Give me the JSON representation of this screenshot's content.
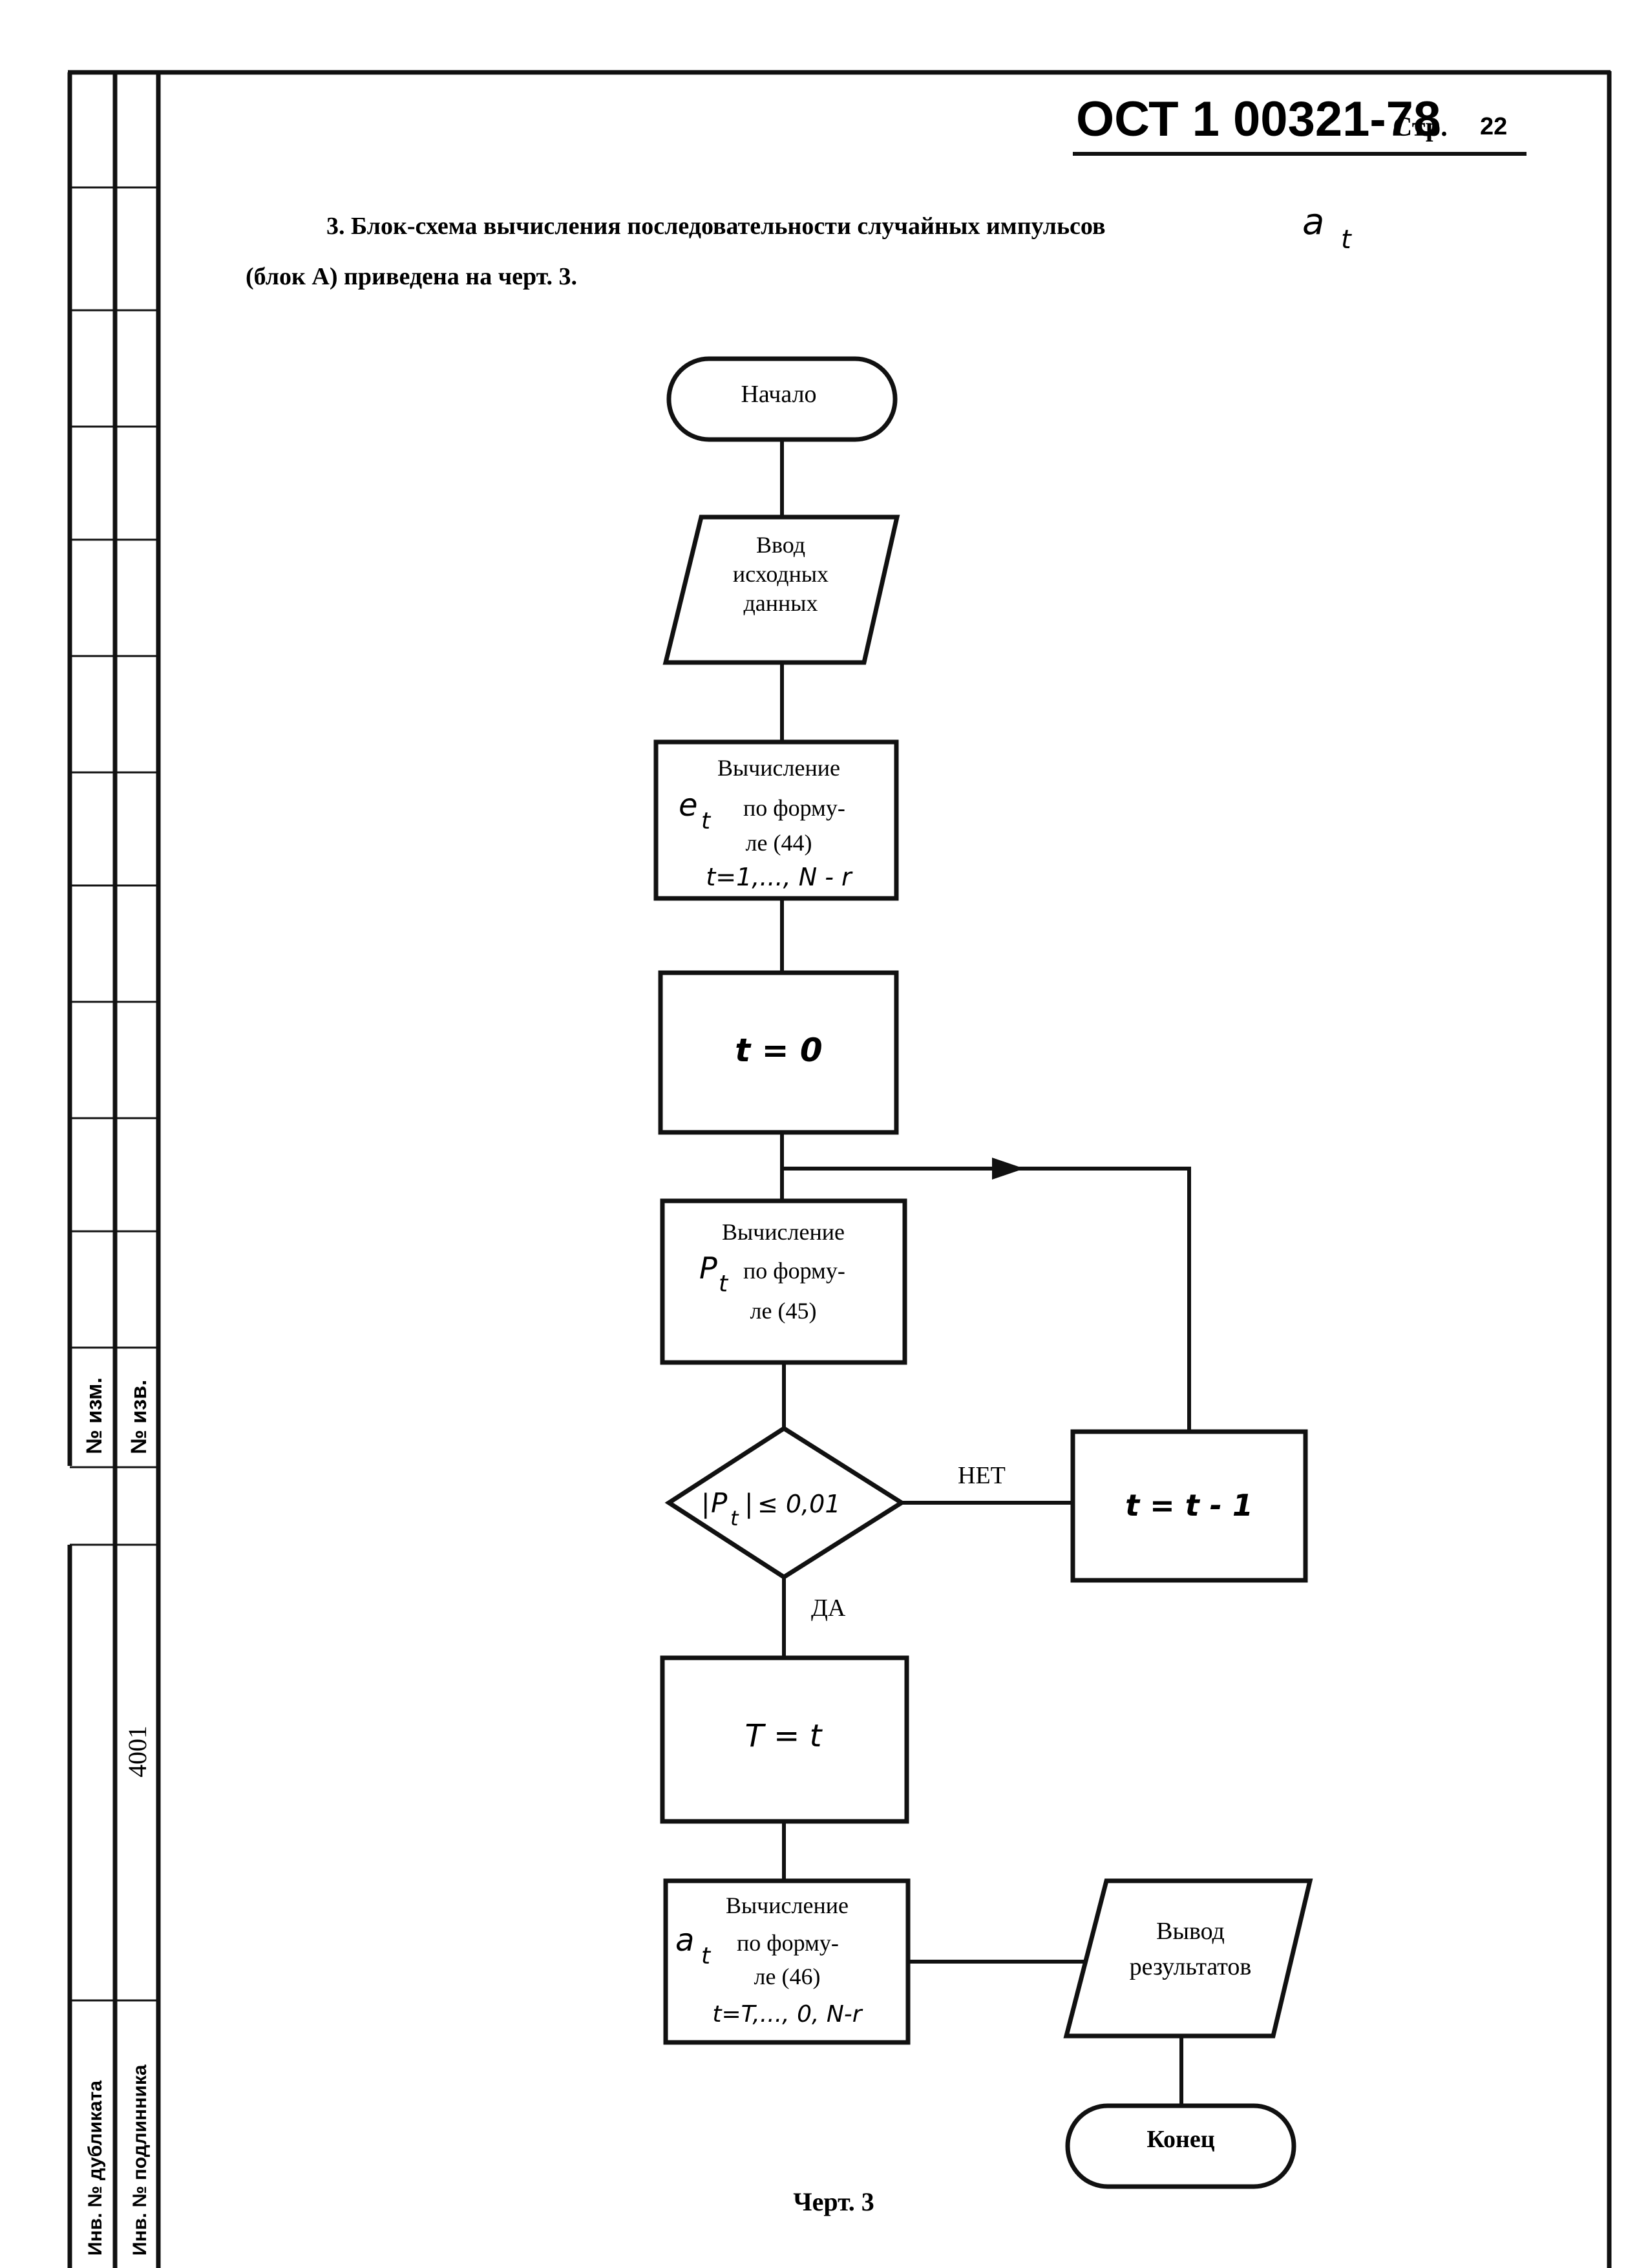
{
  "header": {
    "doc_code": "ОСТ 1 00321-78",
    "page_label": "Стр.",
    "page_number": "22"
  },
  "intro": {
    "line1": "3. Блок-схема вычисления последовательности случайных импульсов",
    "symbol": "a",
    "symbol_sub": "t",
    "line2": "(блок А) приведена на черт. 3."
  },
  "flowchart": {
    "start": "Начало",
    "input": [
      "Ввод",
      "исходных",
      "данных"
    ],
    "calc_e": {
      "line1": "Вычисление",
      "var": "e",
      "var_sub": "t",
      "line2_rest": "по форму-",
      "line3": "ле (44)",
      "line4": "t=1,..., N - r"
    },
    "init": "t = 0",
    "calc_p": {
      "line1": "Вычисление",
      "var": "P",
      "var_sub": "t",
      "line2_rest": "по форму-",
      "line3": "ле (45)"
    },
    "decision": "|P t| ≤ 0,01",
    "decision_var": "P",
    "decision_sub": "t",
    "decision_rest": "≤ 0,01",
    "no_label": "НЕТ",
    "yes_label": "ДА",
    "decrement": "t = t - 1",
    "assign": "T = t",
    "calc_a": {
      "line1": "Вычисление",
      "var": "a",
      "var_sub": "t",
      "line2_rest": "по форму-",
      "line3": "ле (46)",
      "line4": "t=T,..., 0, N-r"
    },
    "output": [
      "Вывод",
      "результатов"
    ],
    "end": "Конец"
  },
  "caption": "Черт. 3",
  "side_stamp": {
    "rev_no": "№ изм.",
    "issue_no": "№ изв.",
    "dup_inv": "Инв. № дубликата",
    "orig_inv": "Инв. № подлинника",
    "orig_number": "4001"
  }
}
